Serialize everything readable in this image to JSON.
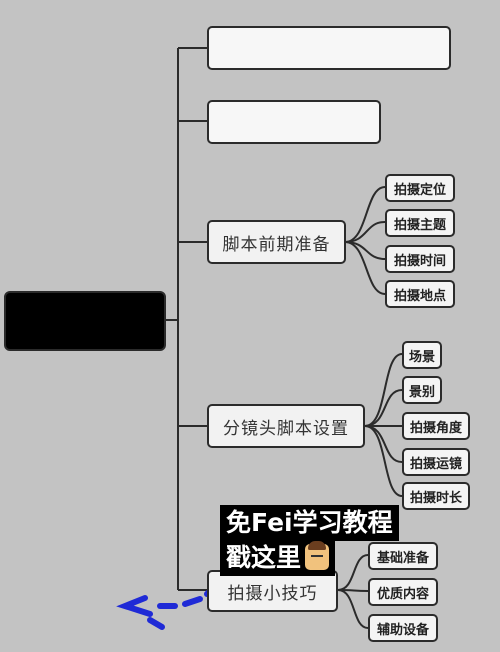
{
  "root": {
    "label": ""
  },
  "branches": [
    {
      "label": ""
    },
    {
      "label": ""
    },
    {
      "label": "脚本前期准备",
      "children": [
        "拍摄定位",
        "拍摄主题",
        "拍摄时间",
        "拍摄地点"
      ]
    },
    {
      "label": "分镜头脚本设置",
      "children": [
        "场景",
        "景别",
        "拍摄角度",
        "拍摄运镜",
        "拍摄时长"
      ]
    },
    {
      "label": "拍摄小技巧",
      "children": [
        "基础准备",
        "优质内容",
        "辅助设备"
      ]
    }
  ],
  "overlay": {
    "line1": "免Fei学习教程",
    "line2": "戳这里"
  },
  "colors": {
    "background": "#c3c3c3",
    "line": "#2b2b2b",
    "node_fill": "#f2f2f2",
    "arrow": "#1f2ad6"
  },
  "icons": {
    "overlay_emoji": "person-face-icon",
    "arrow": "arrow-left-icon"
  }
}
